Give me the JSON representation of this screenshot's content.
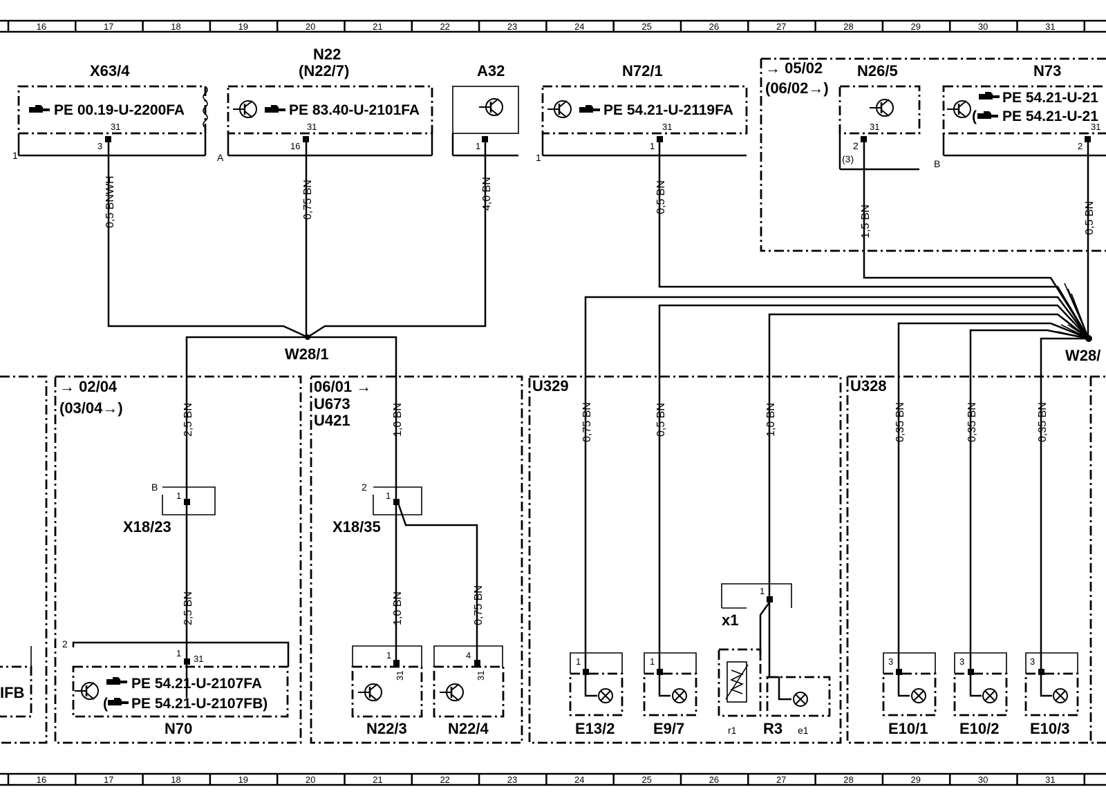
{
  "columns": [
    "16",
    "17",
    "18",
    "19",
    "20",
    "21",
    "22",
    "23",
    "24",
    "25",
    "26",
    "27",
    "28",
    "29",
    "30",
    "31"
  ],
  "top_components": {
    "x63_4": {
      "name": "X63/4",
      "ref": "PE  00.19-U-2200FA",
      "pin": "3",
      "gnd": "31",
      "side": "1",
      "wire": "0,5 BNWH"
    },
    "n22": {
      "name": "N22",
      "alt": "(N22/7)",
      "ref": "PE  83.40-U-2101FA",
      "pin": "16",
      "gnd": "31",
      "side": "A",
      "wire": "0,75 BN"
    },
    "a32": {
      "name": "A32",
      "pin": "1",
      "wire": "4,0 BN"
    },
    "n72_1": {
      "name": "N72/1",
      "ref": "PE  54.21-U-2119FA",
      "pin": "1",
      "gnd": "31",
      "side": "1",
      "wire": "0,5 BN"
    },
    "n26_5": {
      "name": "N26/5",
      "pin": "2",
      "pin_alt": "(3)",
      "gnd": "31",
      "wire": "1,5 BN"
    },
    "n73": {
      "name": "N73",
      "ref1": "PE  54.21-U-21",
      "ref2": "(",
      "ref3": "PE  54.21-U-21",
      "pin": "2",
      "gnd": "31",
      "side": "B",
      "wire": "0,5 BN"
    },
    "group_0502": {
      "line1": "→ 05/02",
      "line2": "(06/02→)"
    }
  },
  "splices": {
    "left": "W28/1",
    "right": "W28/"
  },
  "groups": {
    "g0204": {
      "line1": "→ 02/04",
      "line2": "(03/04→)"
    },
    "g0601": {
      "line1": "06/01 →",
      "line2": "U673",
      "line3": "U421"
    },
    "u329": {
      "name": "U329"
    },
    "u328": {
      "name": "U328"
    }
  },
  "bottom_components": {
    "fb": {
      "text": "IFB"
    },
    "x18_23": {
      "name": "X18/23",
      "side": "B",
      "pin": "1",
      "wire_in": "2,5 BN",
      "wire_out": "2,5 BN"
    },
    "n70": {
      "name": "N70",
      "ref1": "PE  54.21-U-2107FA",
      "ref2": "(",
      "ref3": "PE  54.21-U-2107FB)",
      "pin": "1",
      "gnd": "31",
      "side": "2"
    },
    "x18_35": {
      "name": "X18/35",
      "side": "2",
      "pin": "1",
      "wire_in": "1,0 BN",
      "wire_a": "1,0 BN",
      "wire_b": "0,75 BN"
    },
    "n22_3": {
      "name": "N22/3",
      "pin": "1",
      "gnd": "31"
    },
    "n22_4": {
      "name": "N22/4",
      "pin": "4",
      "gnd": "31"
    },
    "e13_2": {
      "name": "E13/2",
      "pin": "1",
      "wire": "0,75 BN"
    },
    "e9_7": {
      "name": "E9/7",
      "pin": "1",
      "wire": "0,5 BN"
    },
    "r3": {
      "name": "R3",
      "connector": "x1",
      "pin": "1",
      "r1": "r1",
      "e1": "e1",
      "wire": "1,0 BN"
    },
    "e10_1": {
      "name": "E10/1",
      "pin": "3",
      "wire": "0,35 BN"
    },
    "e10_2": {
      "name": "E10/2",
      "pin": "3",
      "wire": "0,35 BN"
    },
    "e10_3": {
      "name": "E10/3",
      "pin": "3",
      "wire": "0,35 BN"
    }
  },
  "colors": {
    "ink": "#000000",
    "paper": "#ffffff"
  },
  "icons": [
    "transistor-icon",
    "lamp-icon",
    "hand-pointer-icon",
    "resistor-icon"
  ]
}
